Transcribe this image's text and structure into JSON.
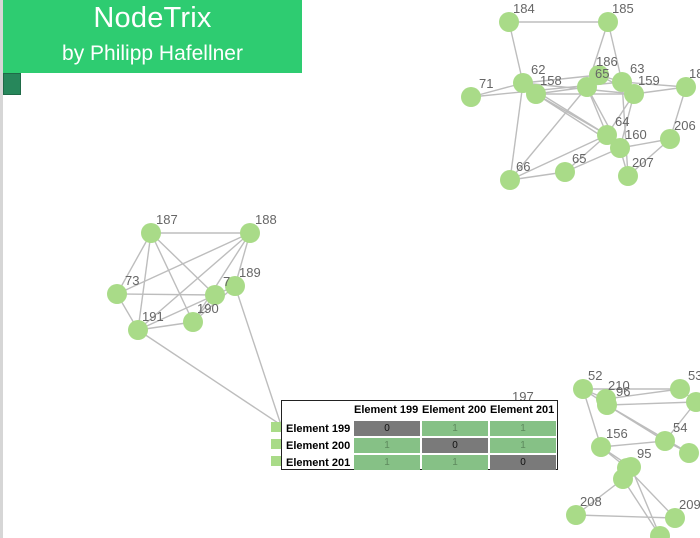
{
  "header": {
    "title": "NodeTrix",
    "subtitle": "by Philipp Hafellner"
  },
  "colors": {
    "header_bg": "#2ecc71",
    "node": "#a9db88",
    "edge": "#bdbdbd",
    "cell_on": "#86c186",
    "cell_off": "#7a7a7a"
  },
  "nodes": [
    {
      "id": "184",
      "label": "184"
    },
    {
      "id": "185",
      "label": "185"
    },
    {
      "id": "71",
      "label": "71"
    },
    {
      "id": "62",
      "label": "62"
    },
    {
      "id": "158",
      "label": "158"
    },
    {
      "id": "186",
      "label": "186"
    },
    {
      "id": "65",
      "label": "65"
    },
    {
      "id": "63",
      "label": "63"
    },
    {
      "id": "159",
      "label": "159"
    },
    {
      "id": "18x",
      "label": "18"
    },
    {
      "id": "64",
      "label": "64"
    },
    {
      "id": "160",
      "label": "160"
    },
    {
      "id": "206",
      "label": "206"
    },
    {
      "id": "207",
      "label": "207"
    },
    {
      "id": "66",
      "label": "66"
    },
    {
      "id": "65b",
      "label": "65"
    },
    {
      "id": "187",
      "label": "187"
    },
    {
      "id": "188",
      "label": "188"
    },
    {
      "id": "73",
      "label": "73"
    },
    {
      "id": "7x",
      "label": "7"
    },
    {
      "id": "189",
      "label": "189"
    },
    {
      "id": "191",
      "label": "191"
    },
    {
      "id": "190",
      "label": "190"
    },
    {
      "id": "197",
      "label": "197"
    },
    {
      "id": "52",
      "label": "52"
    },
    {
      "id": "210",
      "label": "210"
    },
    {
      "id": "96",
      "label": "96"
    },
    {
      "id": "53",
      "label": "53"
    },
    {
      "id": "156",
      "label": "156"
    },
    {
      "id": "54",
      "label": "54"
    },
    {
      "id": "95",
      "label": "95"
    },
    {
      "id": "208",
      "label": "208"
    },
    {
      "id": "209",
      "label": "209"
    },
    {
      "id": "x1",
      "label": ""
    },
    {
      "id": "x2",
      "label": ""
    },
    {
      "id": "x3",
      "label": ""
    },
    {
      "id": "x4",
      "label": ""
    },
    {
      "id": "x5",
      "label": ""
    }
  ],
  "edges": [
    [
      "184",
      "62"
    ],
    [
      "185",
      "65"
    ],
    [
      "185",
      "63"
    ],
    [
      "184",
      "185"
    ],
    [
      "71",
      "62"
    ],
    [
      "71",
      "63"
    ],
    [
      "62",
      "158"
    ],
    [
      "62",
      "186"
    ],
    [
      "62",
      "159"
    ],
    [
      "62",
      "64"
    ],
    [
      "62",
      "66"
    ],
    [
      "158",
      "65"
    ],
    [
      "158",
      "64"
    ],
    [
      "158",
      "160"
    ],
    [
      "158",
      "159"
    ],
    [
      "186",
      "63"
    ],
    [
      "186",
      "159"
    ],
    [
      "65",
      "64"
    ],
    [
      "65",
      "160"
    ],
    [
      "65",
      "66"
    ],
    [
      "63",
      "159"
    ],
    [
      "63",
      "18x"
    ],
    [
      "63",
      "207"
    ],
    [
      "159",
      "18x"
    ],
    [
      "159",
      "64"
    ],
    [
      "159",
      "160"
    ],
    [
      "64",
      "160"
    ],
    [
      "64",
      "66"
    ],
    [
      "64",
      "65b"
    ],
    [
      "160",
      "206"
    ],
    [
      "160",
      "207"
    ],
    [
      "18x",
      "206"
    ],
    [
      "206",
      "207"
    ],
    [
      "66",
      "65b"
    ],
    [
      "65b",
      "160"
    ],
    [
      "187",
      "188"
    ],
    [
      "187",
      "73"
    ],
    [
      "187",
      "191"
    ],
    [
      "187",
      "190"
    ],
    [
      "187",
      "7x"
    ],
    [
      "188",
      "73"
    ],
    [
      "188",
      "191"
    ],
    [
      "188",
      "190"
    ],
    [
      "188",
      "189"
    ],
    [
      "73",
      "7x"
    ],
    [
      "73",
      "191"
    ],
    [
      "7x",
      "191"
    ],
    [
      "7x",
      "190"
    ],
    [
      "7x",
      "189"
    ],
    [
      "191",
      "190"
    ],
    [
      "190",
      "189"
    ],
    [
      "191",
      "matrix"
    ],
    [
      "189",
      "matrix"
    ],
    [
      "52",
      "96"
    ],
    [
      "52",
      "53"
    ],
    [
      "52",
      "210"
    ],
    [
      "52",
      "156"
    ],
    [
      "210",
      "96"
    ],
    [
      "210",
      "53"
    ],
    [
      "96",
      "54"
    ],
    [
      "96",
      "x1"
    ],
    [
      "96",
      "x2"
    ],
    [
      "54",
      "156"
    ],
    [
      "54",
      "x1"
    ],
    [
      "54",
      "x2"
    ],
    [
      "156",
      "95"
    ],
    [
      "156",
      "x3"
    ],
    [
      "95",
      "x3"
    ],
    [
      "95",
      "x4"
    ],
    [
      "95",
      "x5"
    ],
    [
      "x3",
      "x4"
    ],
    [
      "x3",
      "209"
    ],
    [
      "208",
      "x4"
    ],
    [
      "208",
      "209"
    ],
    [
      "x4",
      "x5"
    ],
    [
      "53",
      "x1"
    ]
  ],
  "matrix": {
    "columns": [
      "Element 199",
      "Element 200",
      "Element 201"
    ],
    "rows": [
      {
        "label": "Element 199",
        "cells": [
          "0",
          "1",
          "1"
        ]
      },
      {
        "label": "Element 200",
        "cells": [
          "1",
          "0",
          "1"
        ]
      },
      {
        "label": "Element 201",
        "cells": [
          "1",
          "1",
          "0"
        ]
      }
    ]
  }
}
